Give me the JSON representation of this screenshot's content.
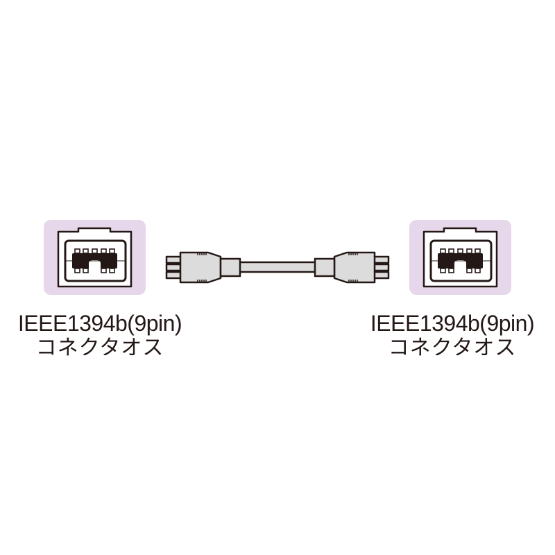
{
  "colors": {
    "background": "#ffffff",
    "panel": "#e6d7ea",
    "outline": "#231815",
    "plug_fill": "#dcdcdc"
  },
  "left_connector": {
    "icon": "ieee1394b-9pin-port-icon",
    "label_line1": "IEEE1394b(9pin)",
    "label_line2": "コネクタオス"
  },
  "cable": {
    "icon": "firewire-cable-icon"
  },
  "right_connector": {
    "icon": "ieee1394b-9pin-port-icon",
    "label_line1": "IEEE1394b(9pin)",
    "label_line2": "コネクタオス"
  }
}
